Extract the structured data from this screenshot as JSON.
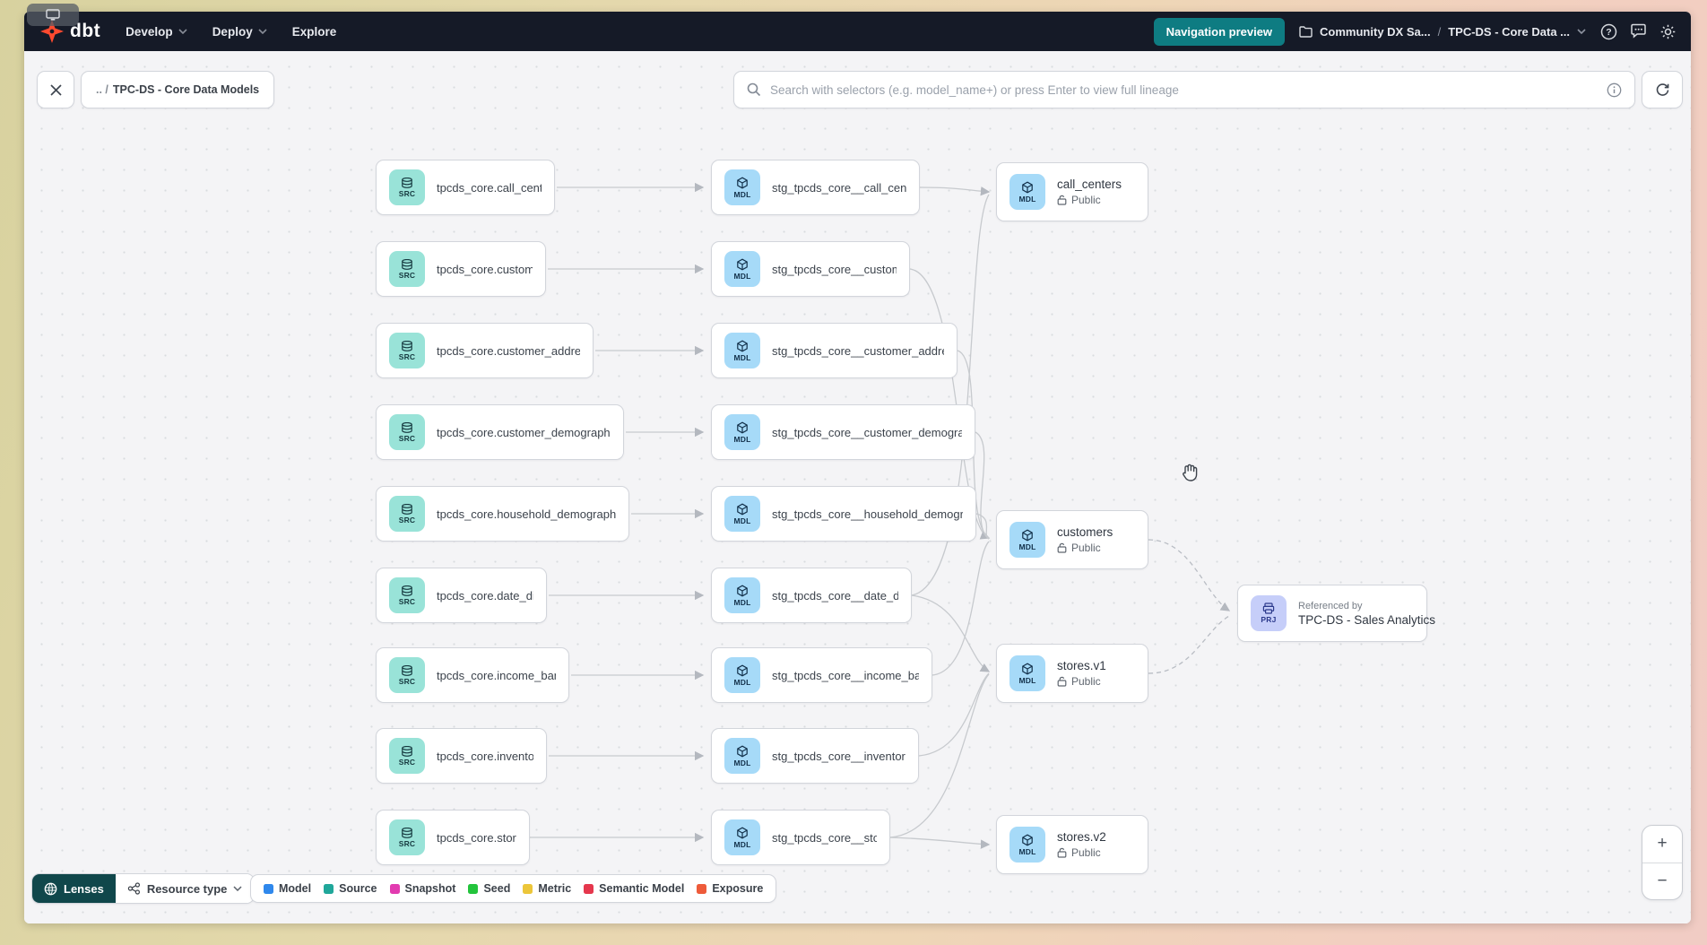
{
  "topnav": {
    "brand": "dbt",
    "menus": [
      {
        "label": "Develop",
        "has_chevron": true
      },
      {
        "label": "Deploy",
        "has_chevron": true
      },
      {
        "label": "Explore",
        "has_chevron": false
      }
    ],
    "preview_button": "Navigation preview",
    "breadcrumb": {
      "project": "Community DX Sa...",
      "separator": "/",
      "page": "TPC-DS - Core Data ..."
    }
  },
  "toolbar": {
    "close_label": "×",
    "breadcrumb_prefix": ".. /",
    "breadcrumb_name": "TPC-DS - Core Data Models",
    "search_placeholder": "Search with selectors (e.g. model_name+) or press Enter to view full lineage"
  },
  "graph": {
    "badge_src": "SRC",
    "badge_mdl": "MDL",
    "badge_prj": "PRJ",
    "sources": [
      "tpcds_core.call_center",
      "tpcds_core.customer",
      "tpcds_core.customer_address",
      "tpcds_core.customer_demographics",
      "tpcds_core.household_demographics",
      "tpcds_core.date_dim",
      "tpcds_core.income_band",
      "tpcds_core.inventory",
      "tpcds_core.store"
    ],
    "staging": [
      "stg_tpcds_core__call_center",
      "stg_tpcds_core__customer",
      "stg_tpcds_core__customer_address",
      "stg_tpcds_core__customer_demogra...",
      "stg_tpcds_core__household_demogr...",
      "stg_tpcds_core__date_dim",
      "stg_tpcds_core__income_band",
      "stg_tpcds_core__inventory",
      "stg_tpcds_core__store"
    ],
    "models": [
      {
        "name": "call_centers",
        "access": "Public"
      },
      {
        "name": "customers",
        "access": "Public"
      },
      {
        "name": "stores.v1",
        "access": "Public"
      },
      {
        "name": "stores.v2",
        "access": "Public"
      }
    ],
    "reference": {
      "eyebrow": "Referenced by",
      "name": "TPC-DS - Sales Analytics"
    }
  },
  "controls": {
    "lenses": "Lenses",
    "resource_type": "Resource type",
    "zoom_in": "+",
    "zoom_out": "−"
  },
  "legend": {
    "items": [
      {
        "label": "Model",
        "color": "#2f88ec"
      },
      {
        "label": "Source",
        "color": "#20a79a"
      },
      {
        "label": "Snapshot",
        "color": "#e23bb0"
      },
      {
        "label": "Seed",
        "color": "#23c43c"
      },
      {
        "label": "Metric",
        "color": "#ecc63a"
      },
      {
        "label": "Semantic Model",
        "color": "#e5374d"
      },
      {
        "label": "Exposure",
        "color": "#ee5b3a"
      }
    ]
  },
  "colors": {
    "brand_orange": "#ff4a2f",
    "nav_bg": "#151a27",
    "accent_teal": "#0e7c82",
    "lenses_dark": "#10474b",
    "src_badge": "#99e3d8",
    "mdl_badge": "#a6daf8",
    "prj_badge": "#c6cef9",
    "edge": "#c7cace"
  }
}
